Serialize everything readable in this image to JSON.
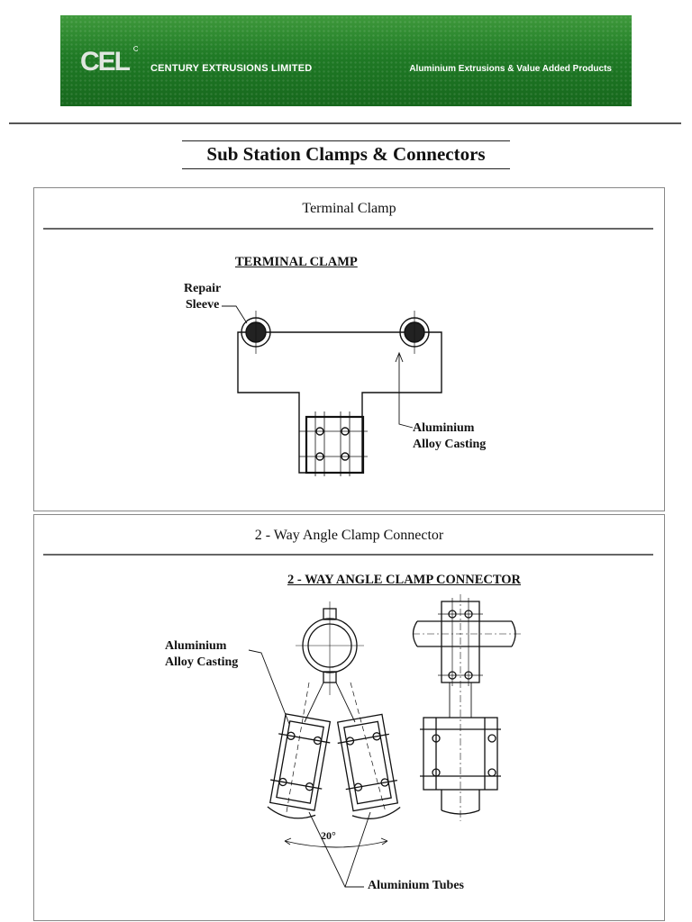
{
  "header": {
    "logo_text": "CEL",
    "company_name": "CENTURY EXTRUSIONS LIMITED",
    "tagline": "Aluminium Extrusions & Value Added Products",
    "banner_color": "#1f7a25"
  },
  "page": {
    "title": "Sub Station Clamps & Connectors"
  },
  "sections": [
    {
      "heading": "Terminal Clamp",
      "drawing_title": "TERMINAL CLAMP",
      "labels": {
        "repair_sleeve_1": "Repair",
        "repair_sleeve_2": "Sleeve",
        "casting_1": "Aluminium",
        "casting_2": "Alloy Casting"
      }
    },
    {
      "heading": "2 - Way Angle Clamp Connector",
      "drawing_title": "2 - WAY ANGLE CLAMP CONNECTOR",
      "labels": {
        "casting_1": "Aluminium",
        "casting_2": "Alloy Casting",
        "angle": "20°",
        "tubes": "Aluminium Tubes"
      }
    }
  ]
}
